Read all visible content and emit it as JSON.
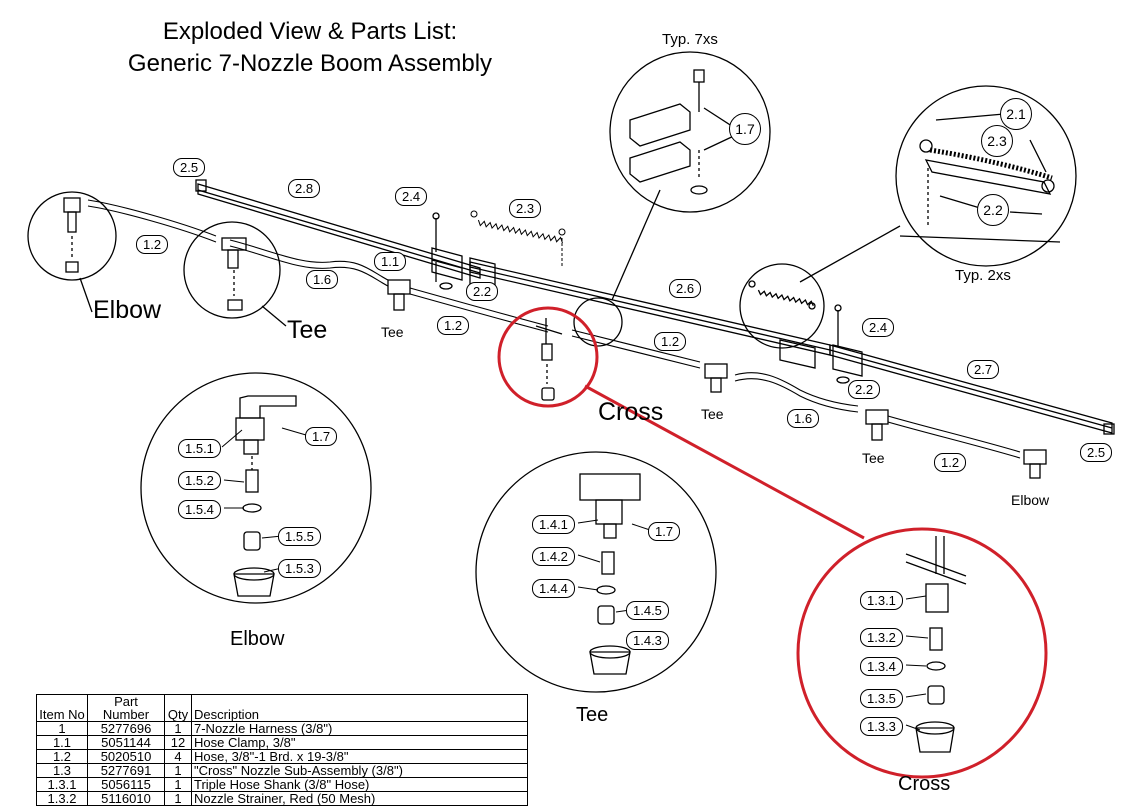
{
  "title": {
    "line1": "Exploded View & Parts List:",
    "line2": "Generic 7-Nozzle Boom Assembly"
  },
  "annotations": {
    "typ_7xs": "Typ. 7xs",
    "typ_2xs": "Typ. 2xs",
    "elbow_large": "Elbow",
    "tee_large": "Tee",
    "cross_large": "Cross",
    "tee_small_1": "Tee",
    "tee_small_2": "Tee",
    "tee_small_3": "Tee",
    "elbow_small": "Elbow",
    "elbow_detail": "Elbow",
    "tee_detail": "Tee",
    "cross_detail": "Cross"
  },
  "callouts": {
    "c2_5a": "2.5",
    "c2_8": "2.8",
    "c2_4a": "2.4",
    "c2_3a": "2.3",
    "c1_2a": "1.2",
    "c1_1": "1.1",
    "c1_6a": "1.6",
    "c2_2a": "2.2",
    "c1_2b": "1.2",
    "c2_6": "2.6",
    "c1_2c": "1.2",
    "c2_4b": "2.4",
    "c2_2b": "2.2",
    "c2_7": "2.7",
    "c1_6b": "1.6",
    "c1_2d": "1.2",
    "c2_5b": "2.5",
    "c1_7t": "1.7",
    "c2_1": "2.1",
    "c2_3b": "2.3",
    "c2_2c": "2.2",
    "e1_5_1": "1.5.1",
    "e1_7": "1.7",
    "e1_5_2": "1.5.2",
    "e1_5_4": "1.5.4",
    "e1_5_5": "1.5.5",
    "e1_5_3": "1.5.3",
    "t1_4_1": "1.4.1",
    "t1_7": "1.7",
    "t1_4_2": "1.4.2",
    "t1_4_4": "1.4.4",
    "t1_4_5": "1.4.5",
    "t1_4_3": "1.4.3",
    "x1_3_1": "1.3.1",
    "x1_3_2": "1.3.2",
    "x1_3_4": "1.3.4",
    "x1_3_5": "1.3.5",
    "x1_3_3": "1.3.3"
  },
  "table": {
    "headers": {
      "item": "Item No",
      "part": "Part Number",
      "qty": "Qty",
      "desc": "Description"
    },
    "rows": [
      {
        "item": "1",
        "part": "5277696",
        "qty": "1",
        "desc": "7-Nozzle Harness (3/8\")"
      },
      {
        "item": "1.1",
        "part": "5051144",
        "qty": "12",
        "desc": "Hose Clamp, 3/8\""
      },
      {
        "item": "1.2",
        "part": "5020510",
        "qty": "4",
        "desc": "Hose, 3/8\"-1 Brd. x 19-3/8\""
      },
      {
        "item": "1.3",
        "part": "5277691",
        "qty": "1",
        "desc": "\"Cross\" Nozzle Sub-Assembly (3/8\")"
      },
      {
        "item": "1.3.1",
        "part": "5056115",
        "qty": "1",
        "desc": "Triple Hose Shank (3/8\" Hose)"
      },
      {
        "item": "1.3.2",
        "part": "5116010",
        "qty": "1",
        "desc": "Nozzle Strainer, Red (50 Mesh)"
      }
    ]
  },
  "colors": {
    "line": "#000000",
    "highlight_red": "#d0202a",
    "background": "#ffffff"
  }
}
